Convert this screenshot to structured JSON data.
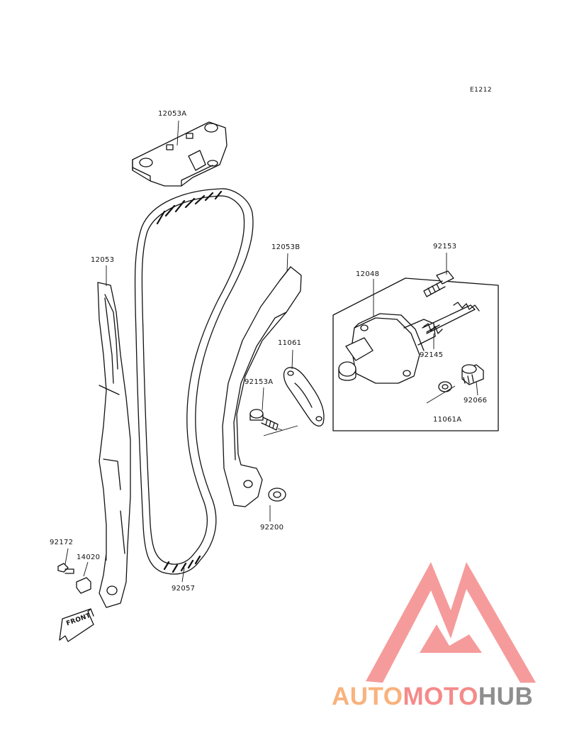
{
  "diagram_code": "E1212",
  "front_arrow_text": "FRONT",
  "watermark": {
    "part1": "AUTO",
    "part2": "MOTO",
    "part3": "HUB"
  },
  "parts": [
    {
      "id": "p12053A",
      "number": "12053A"
    },
    {
      "id": "p12053B",
      "number": "12053B"
    },
    {
      "id": "p12053",
      "number": "12053"
    },
    {
      "id": "p92153",
      "number": "92153"
    },
    {
      "id": "p12048",
      "number": "12048"
    },
    {
      "id": "p11061",
      "number": "11061"
    },
    {
      "id": "p92145",
      "number": "92145"
    },
    {
      "id": "p92153A",
      "number": "92153A"
    },
    {
      "id": "p92066",
      "number": "92066"
    },
    {
      "id": "p11061A",
      "number": "11061A"
    },
    {
      "id": "p92200",
      "number": "92200"
    },
    {
      "id": "p92172",
      "number": "92172"
    },
    {
      "id": "p14020",
      "number": "14020"
    },
    {
      "id": "p92057",
      "number": "92057"
    }
  ],
  "colors": {
    "line": "#111111",
    "logo_red": "#f58a8a",
    "logo_orange": "#f9b27c",
    "logo_gray": "#8e8e8e"
  }
}
